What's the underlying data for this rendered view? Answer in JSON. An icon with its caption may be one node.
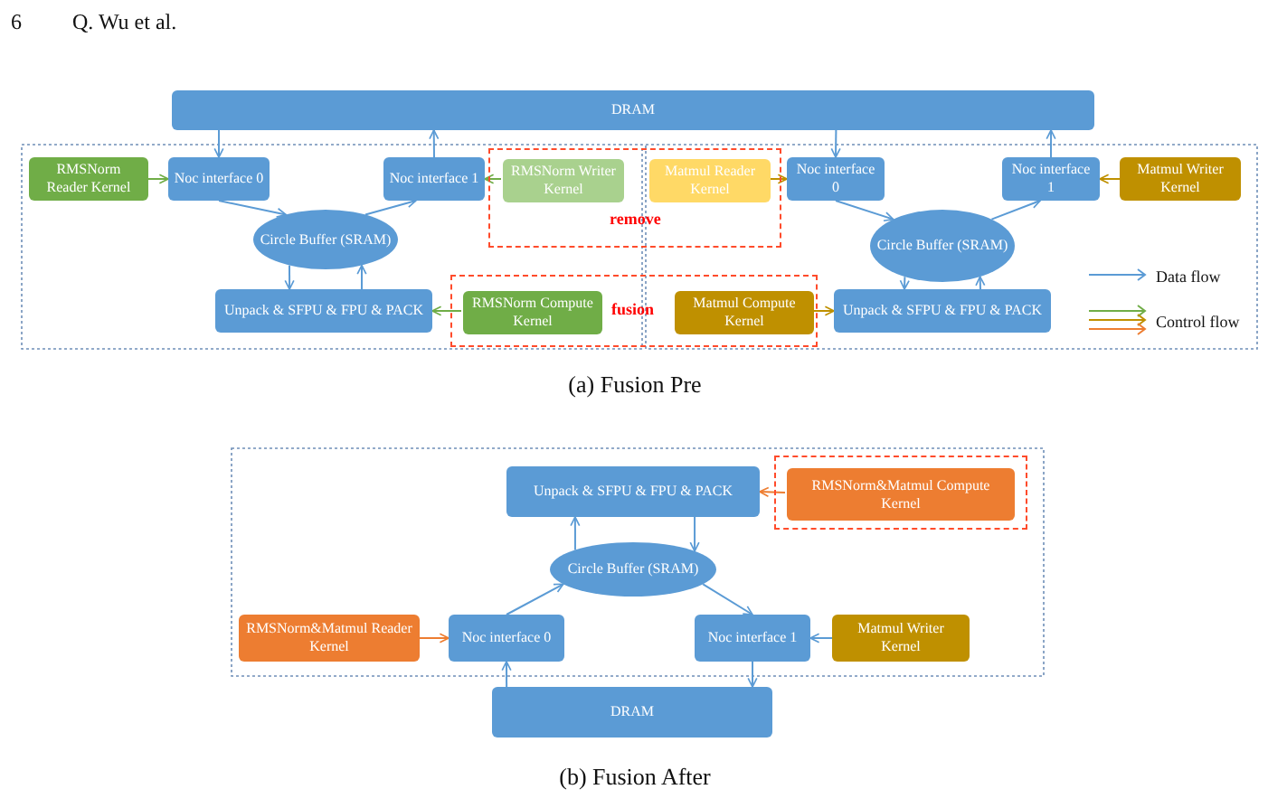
{
  "diagram": {
    "nodes": [
      {
        "text": [
          "DRAM"
        ]
      },
      {
        "text": [
          "RMSNorm Reader Kernel"
        ]
      },
      {
        "text": [
          "Noc interface 0"
        ]
      },
      {
        "text": [
          "Noc interface 1"
        ]
      },
      {
        "text": [
          "remove"
        ]
      },
      {
        "text": [
          "RMSNorm Writer Kernel"
        ],
        "in": 4
      },
      {
        "text": [
          "Matmul Reader Kernel"
        ],
        "in": 4
      },
      {
        "text": [
          "Noc interface 0"
        ]
      },
      {
        "text": [
          "Noc interface 1"
        ]
      },
      {
        "text": [
          "Matmul Writer Kernel"
        ]
      },
      {
        "text": [
          "Circle Buffer (SRAM)"
        ]
      },
      {
        "text": [
          "Circle Buffer (SRAM)"
        ]
      },
      {
        "text": [
          "fusion"
        ]
      },
      {
        "text": [
          "RMSNorm Compute Kernel"
        ],
        "in": 12
      },
      {
        "text": [
          "Matmul Compute Kernel"
        ],
        "in": 12
      },
      {
        "text": [
          "Unpack & SFPU & FPU & PACK"
        ]
      },
      {
        "text": [
          "Unpack & SFPU & FPU & PACK"
        ]
      },
      {
        "text": [],
        "shape": "box"
      },
      {
        "text": [
          "RMSNorm&Matmul Compute Kernel"
        ],
        "in": 17
      },
      {
        "text": [
          "Unpack & SFPU & FPU & PACK"
        ]
      },
      {
        "text": [
          "Circle Buffer (SRAM)"
        ]
      },
      {
        "text": [
          "RMSNorm&Matmul Reader Kernel"
        ]
      },
      {
        "text": [
          "Noc interface 0"
        ]
      },
      {
        "text": [
          "Noc interface 1"
        ]
      },
      {
        "text": [
          "Matmul Writer Kernel"
        ]
      },
      {
        "text": [
          "DRAM"
        ]
      }
    ],
    "edges": [
      {
        "from": 0,
        "to": 2,
        "arrow": "to"
      },
      {
        "from": 3,
        "to": 0,
        "arrow": "to"
      },
      {
        "from": 1,
        "to": 2,
        "arrow": "to",
        "color": "#70ad47"
      },
      {
        "from": 5,
        "to": 3,
        "arrow": "to",
        "color": "#70ad47"
      },
      {
        "from": 2,
        "to": 10,
        "arrow": "to"
      },
      {
        "from": 10,
        "to": 3,
        "arrow": "to"
      },
      {
        "from": 10,
        "to": 15,
        "arrow": "to"
      },
      {
        "from": 15,
        "to": 10,
        "arrow": "to"
      },
      {
        "from": 13,
        "to": 15,
        "arrow": "to",
        "color": "#70ad47"
      },
      {
        "from": 0,
        "to": 7,
        "arrow": "to"
      },
      {
        "from": 8,
        "to": 0,
        "arrow": "to"
      },
      {
        "from": 6,
        "to": 7,
        "arrow": "to",
        "color": "#bf9000"
      },
      {
        "from": 9,
        "to": 8,
        "arrow": "to",
        "color": "#bf9000"
      },
      {
        "from": 7,
        "to": 11,
        "arrow": "to"
      },
      {
        "from": 11,
        "to": 8,
        "arrow": "to"
      },
      {
        "from": 11,
        "to": 16,
        "arrow": "to"
      },
      {
        "from": 16,
        "to": 11,
        "arrow": "to"
      },
      {
        "from": 14,
        "to": 16,
        "arrow": "to",
        "color": "#bf9000"
      },
      {
        "from": 18,
        "to": 19,
        "arrow": "to",
        "color": "#ed7d31"
      },
      {
        "from": 20,
        "to": 19,
        "arrow": "to"
      },
      {
        "from": 19,
        "to": 20,
        "arrow": "to"
      },
      {
        "from": 21,
        "to": 22,
        "arrow": "to",
        "color": "#ed7d31"
      },
      {
        "from": 22,
        "to": 20,
        "arrow": "to"
      },
      {
        "from": 20,
        "to": 23,
        "arrow": "to"
      },
      {
        "from": 24,
        "to": 23,
        "arrow": "to"
      },
      {
        "from": 25,
        "to": 22,
        "arrow": "to"
      },
      {
        "from": 23,
        "to": 25,
        "arrow": "to"
      }
    ],
    "labels": [
      "6",
      "Q. Wu et al.",
      "(a) Fusion Pre",
      "(b) Fusion After"
    ],
    "legend": [
      {
        "text": "Data flow"
      },
      {
        "text": "Control flow"
      }
    ]
  }
}
